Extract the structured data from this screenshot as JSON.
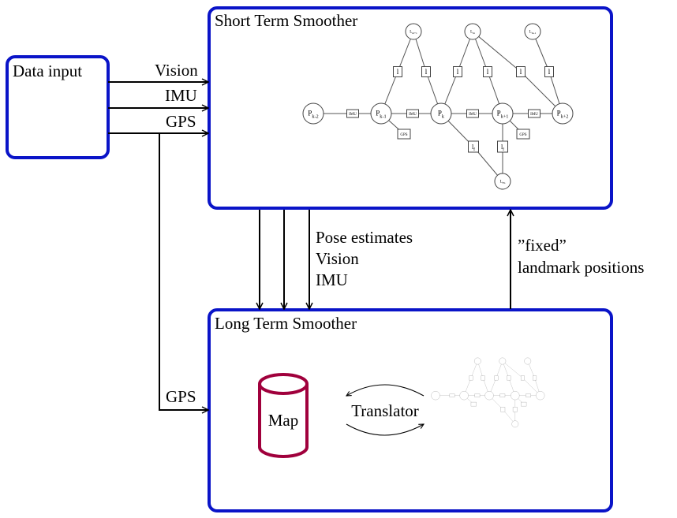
{
  "boxes": {
    "data_input": "Data input",
    "short_term": "Short Term Smoother",
    "long_term": "Long Term Smoother"
  },
  "inputs": {
    "vision": "Vision",
    "imu": "IMU",
    "gps": "GPS",
    "gps_long": "GPS"
  },
  "down_labels": [
    "Pose estimates",
    "Vision",
    "IMU"
  ],
  "up_labels": [
    "”fixed”",
    "landmark positions"
  ],
  "map_label": "Map",
  "translator_label": "Translator",
  "factor_graph": {
    "poses": [
      "P_{k-2}",
      "P_{k-1}",
      "P_k",
      "P_{k+1}",
      "P_{k+2}"
    ],
    "landmarks": [
      "L_{m+1}",
      "L_m",
      "L_{m-1}"
    ],
    "imu_factor": "IMU",
    "gps_factor": "GPS",
    "landmark_factor": "l",
    "fixed_factor": "l_f",
    "fixed_landmark": "L_{Fn}"
  },
  "colors": {
    "box_border": "#0a14c8",
    "map": "#a0003c"
  }
}
